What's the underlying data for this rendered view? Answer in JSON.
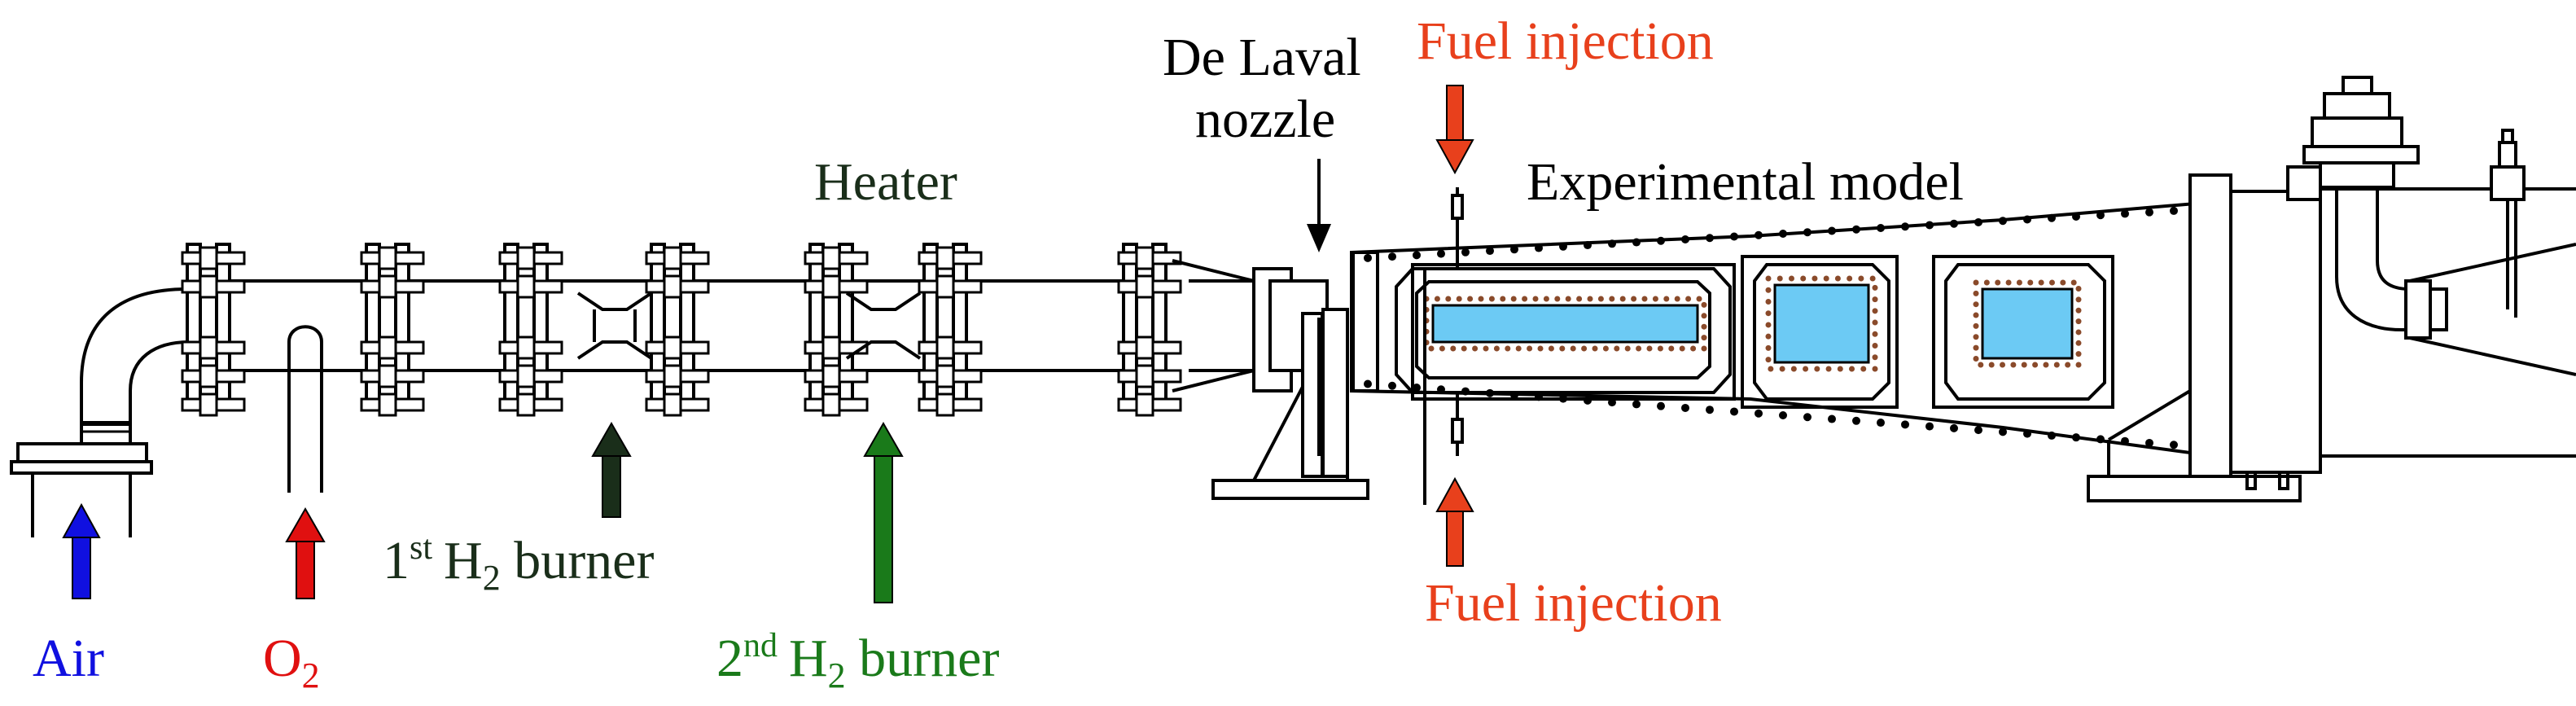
{
  "labels": {
    "air": "Air",
    "o2_main": "O",
    "o2_sub": "2",
    "burner1_ord": "1",
    "burner1_sup": "st",
    "burner1_h": "H",
    "burner1_sub": "2",
    "burner1_tail": " burner",
    "burner2_ord": "2",
    "burner2_sup": "nd",
    "burner2_h": "H",
    "burner2_sub": "2",
    "burner2_tail": " burner",
    "heater": "Heater",
    "nozzle_line1": "De Laval",
    "nozzle_line2": "nozzle",
    "fuel_top": "Fuel injection",
    "fuel_bottom": "Fuel injection",
    "experimental_model": "Experimental model"
  },
  "colors": {
    "air": "#1010e0",
    "oxygen": "#e01010",
    "burner1": "#1a2e1a",
    "burner2": "#1a7a1a",
    "fuel": "#e8401c",
    "text": "#000000",
    "window": "#6ccaf4",
    "line": "#000000"
  }
}
